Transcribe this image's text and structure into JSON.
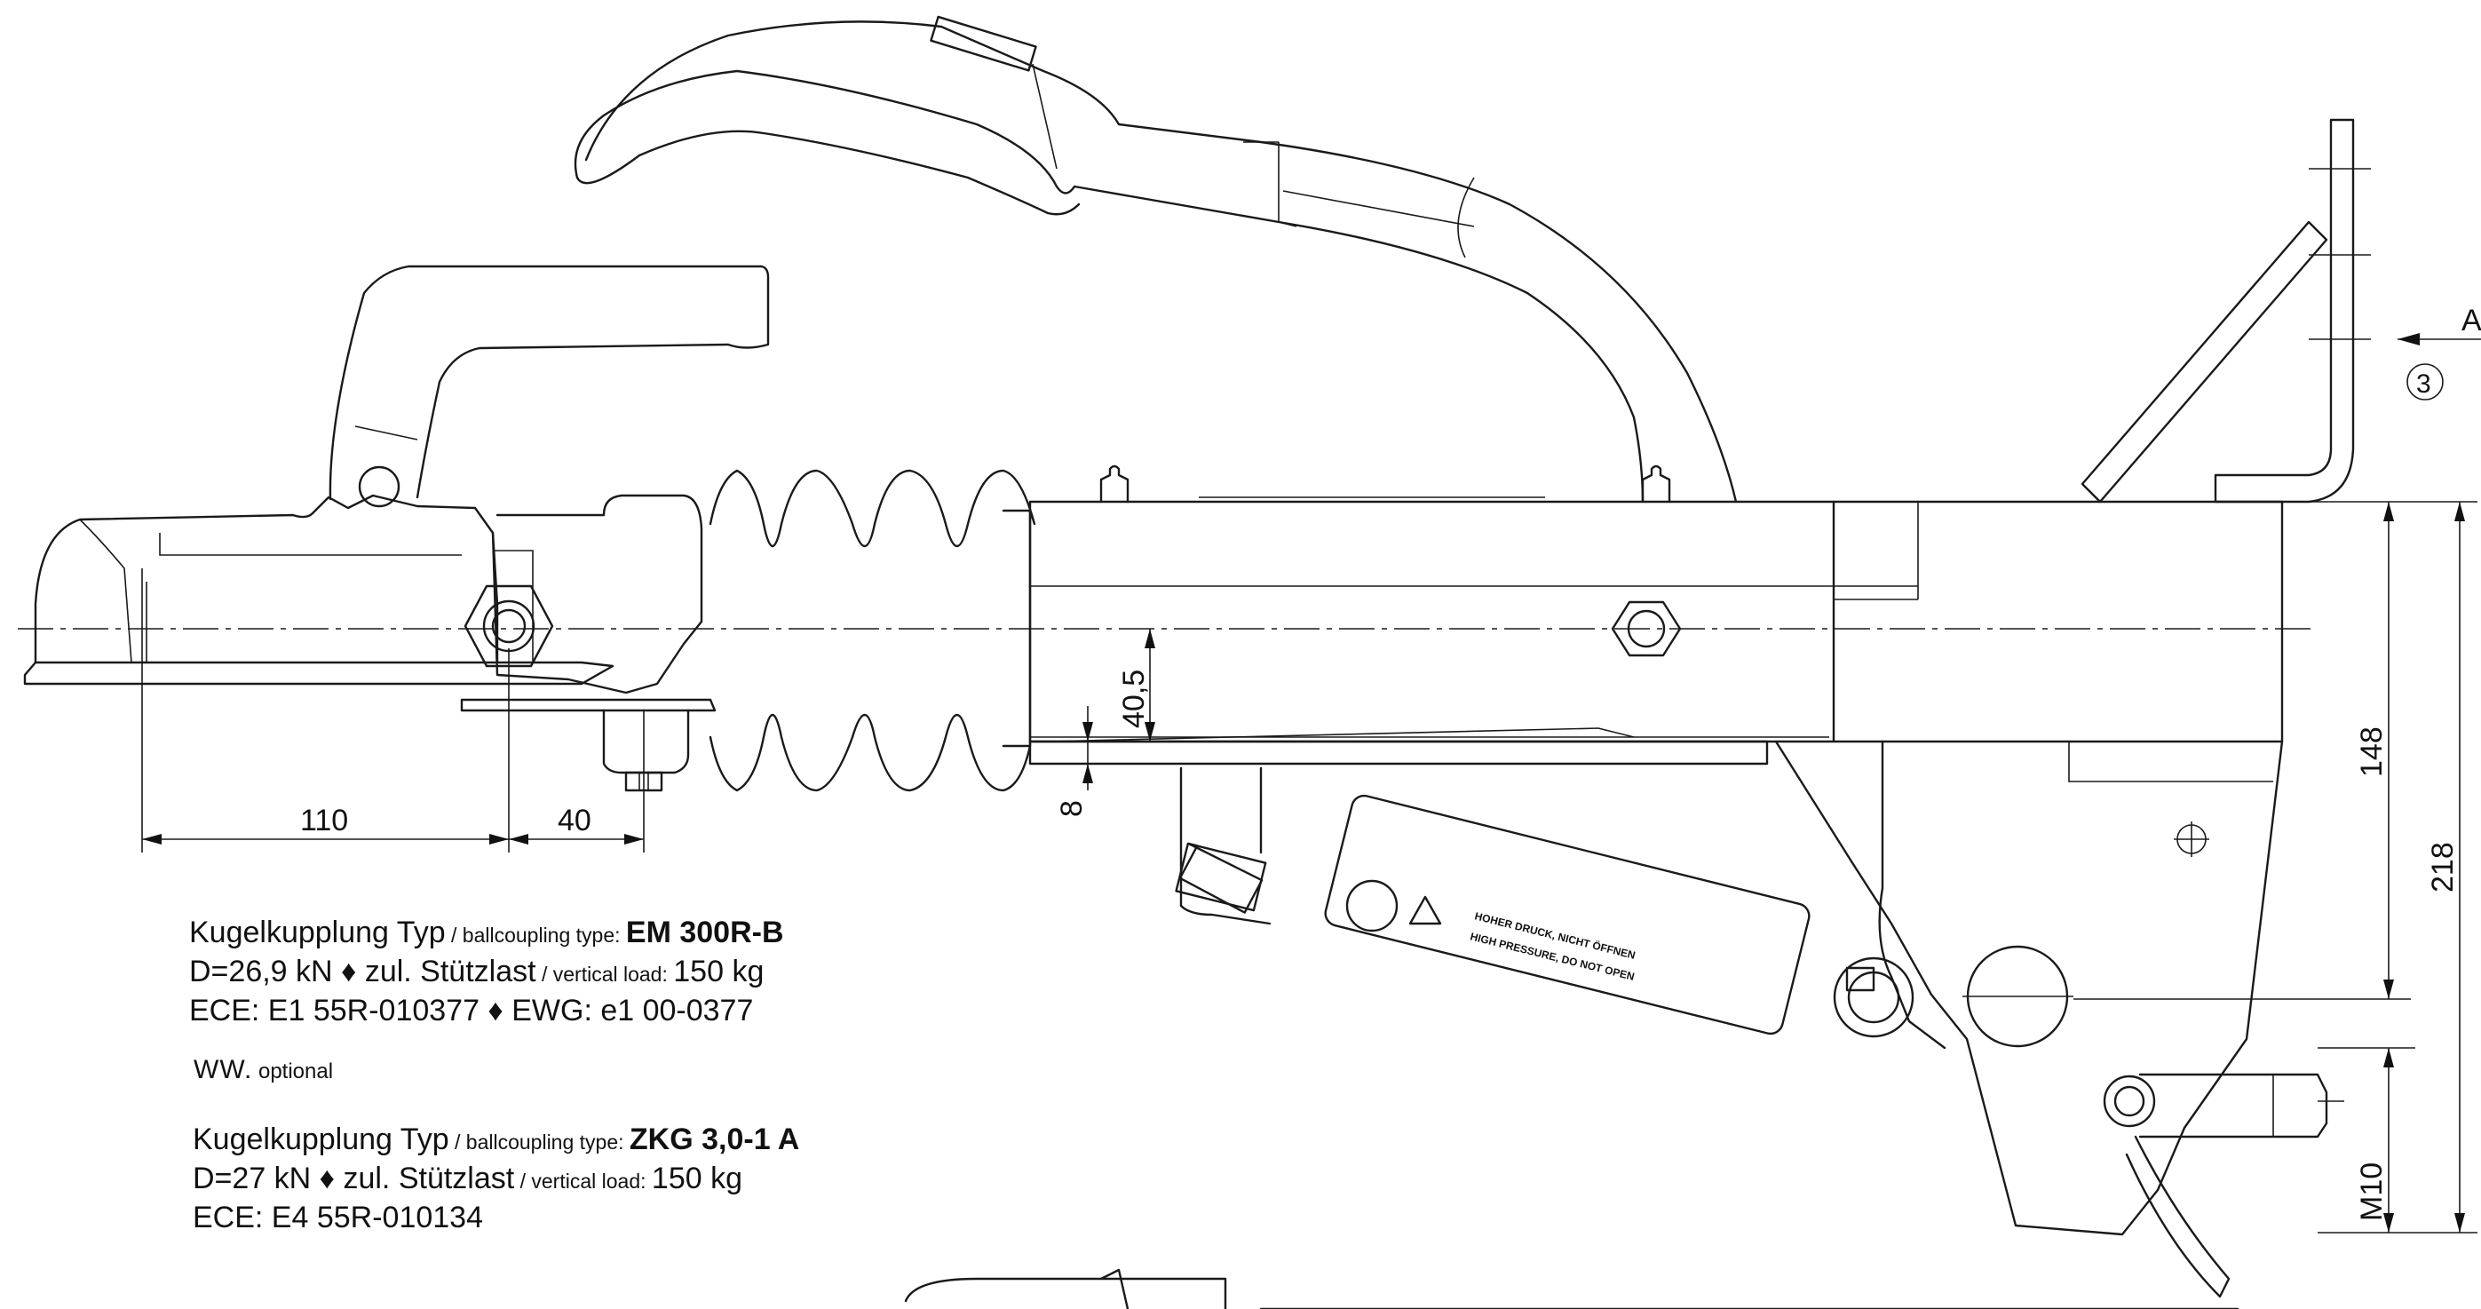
{
  "dimensions": {
    "d110": "110",
    "d40": "40",
    "d40_5": "40,5",
    "d8": "8",
    "d148": "148",
    "d218": "218",
    "dM10": "M10"
  },
  "callouts": {
    "view_letter": "A",
    "item_number": "3"
  },
  "labels": {
    "warning_line1": "HOHER DRUCK, NICHT ÖFFNEN",
    "warning_line2": "HIGH PRESSURE, DO NOT OPEN"
  },
  "spec1": {
    "line1_label": "Kugelkupplung Typ",
    "line1_small": " / ballcoupling type: ",
    "line1_value": "EM 300R-B",
    "line2_a": "D=26,9 kN  ♦  zul. Stützlast",
    "line2_small": " / vertical load: ",
    "line2_b": "150 kg",
    "line3": "ECE: E1 55R-010377  ♦  EWG: e1 00-0377"
  },
  "optional": {
    "ww": "WW.",
    "text": " optional"
  },
  "spec2": {
    "line1_label": "Kugelkupplung Typ",
    "line1_small": " / ballcoupling type: ",
    "line1_value": "ZKG 3,0-1 A",
    "line2_a": "D=27 kN  ♦  zul. Stützlast",
    "line2_small": " / vertical load: ",
    "line2_b": "150 kg",
    "line3": "ECE: E4 55R-010134"
  }
}
